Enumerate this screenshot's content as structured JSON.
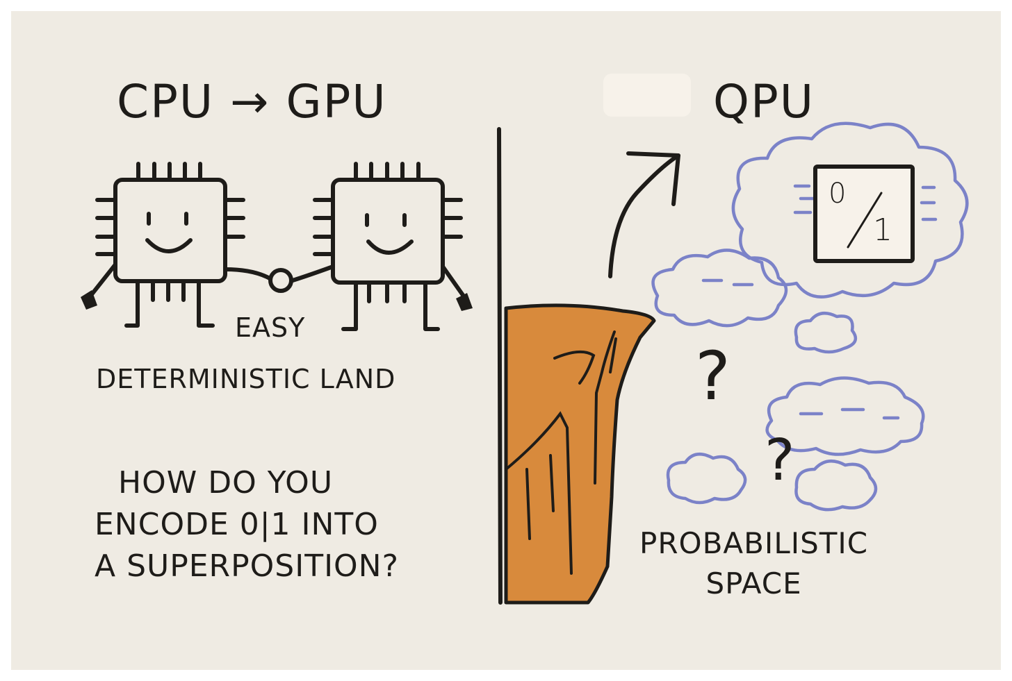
{
  "left": {
    "title": "CPU → GPU",
    "easy_label": "EASY",
    "land_label": "DETERMINISTIC LAND",
    "question_lines": [
      "HOW DO YOU",
      "ENCODE 0|1 INTO",
      "A SUPERPOSITION?"
    ]
  },
  "right": {
    "title": "QPU",
    "qubit": {
      "top": "0",
      "bottom": "1"
    },
    "question_marks": [
      "?",
      "?"
    ],
    "space_lines": [
      "PROBABILISTIC",
      "SPACE"
    ]
  },
  "colors": {
    "background": "#efebe3",
    "ink": "#1e1c19",
    "cliff": "#d88a3c",
    "cloud": "#7b82c8"
  },
  "icons": [
    "cpu-chip-icon",
    "gpu-chip-icon",
    "handshake-icon",
    "cliff-icon",
    "arrow-up-right-icon",
    "cloud-icon",
    "qubit-box-icon",
    "question-mark-icon"
  ]
}
